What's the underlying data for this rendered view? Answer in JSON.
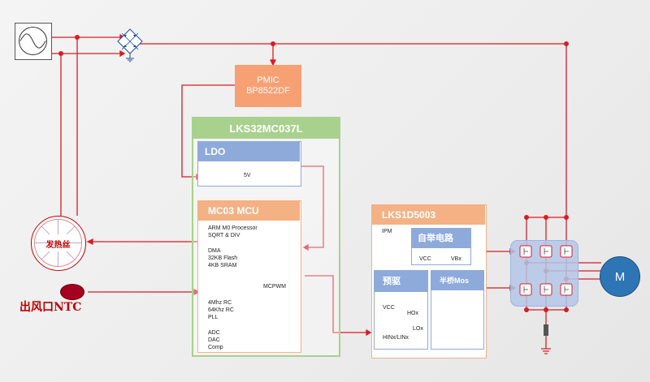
{
  "pmic": {
    "line1": "PMIC",
    "line2": "BP8522DF"
  },
  "mcu_chip": {
    "title": "LKS32MC037L"
  },
  "ldo": {
    "title": "LDO",
    "output": "5V"
  },
  "mcu": {
    "title": "MC03 MCU",
    "core": [
      "ARM M0 Processor",
      "SQRT & DIV"
    ],
    "memory": [
      "DMA",
      "32KB Flash",
      "4KB SRAM"
    ],
    "pwm": "MCPWM",
    "clock": [
      "4Mhz RC",
      "64Khz RC",
      "PLL"
    ],
    "analog": [
      "ADC",
      "DAC",
      "Comp"
    ]
  },
  "driver": {
    "title": "LKS1D5003",
    "ipm": "IPM",
    "bootstrap": {
      "title": "自举电路",
      "vcc": "VCC",
      "vbx": "VBx"
    },
    "predriver": {
      "title": "预驱",
      "vcc": "VCC",
      "hox": "HOx",
      "lox": "LOx",
      "hin": "HINx/LINx"
    },
    "halfbridge": {
      "title": "半桥Mos"
    }
  },
  "heater": {
    "label": "发热丝"
  },
  "ntc": {
    "label": "出风口NTC"
  },
  "motor": {
    "label": "M"
  },
  "colors": {
    "wire": "#d81c24",
    "pmic": "#f7a073",
    "chip_border": "#a9d18e",
    "chip_header": "#a9d18e",
    "block_blue": "#8eaadb",
    "driver_header": "#f4b183",
    "motor": "#2e75b6"
  }
}
